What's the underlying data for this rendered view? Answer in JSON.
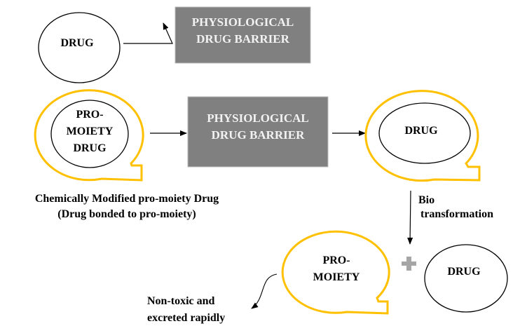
{
  "colors": {
    "bubble": "#FFC000",
    "box": "#808080",
    "plus": "#A6A6A6"
  },
  "top_drug": "DRUG",
  "barrier_1": [
    "PHYSIOLOGICAL",
    "DRUG BARRIER"
  ],
  "prodrug": [
    "PRO-",
    "MOIETY",
    "DRUG"
  ],
  "barrier_2": [
    "PHYSIOLOGICAL",
    "DRUG BARRIER"
  ],
  "released_drug": "DRUG",
  "caption": [
    "Chemically Modified pro-moiety Drug",
    "(Drug bonded to pro-moiety)"
  ],
  "biotransformation": [
    "Bio",
    "transformation"
  ],
  "promoiety": [
    "PRO-",
    "MOIETY"
  ],
  "plus": "+",
  "final_drug": "DRUG",
  "fate": [
    "Non-toxic and",
    "excreted rapidly"
  ]
}
